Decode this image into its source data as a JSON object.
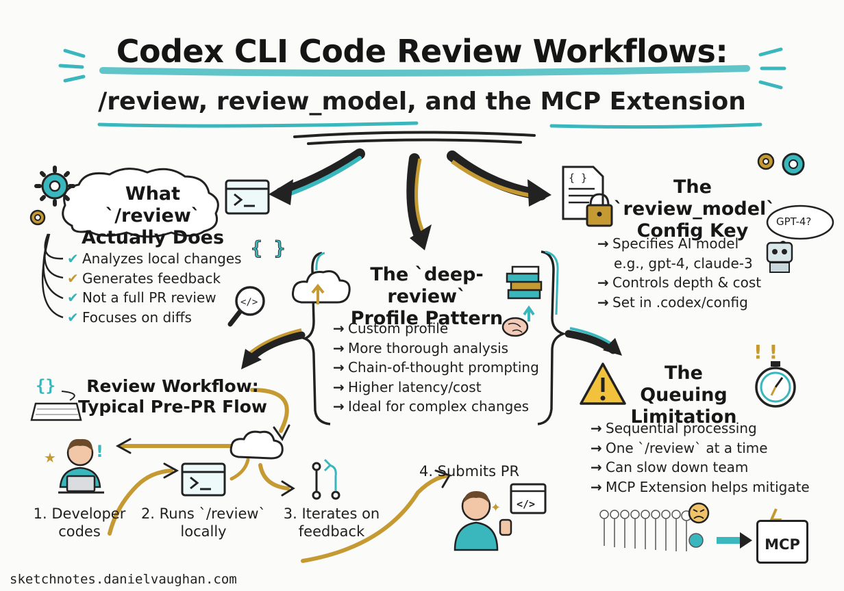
{
  "colors": {
    "accent": "#3ab7bc",
    "gold": "#c59a33",
    "ink": "#1f1f1f"
  },
  "title": {
    "line1": "Codex CLI Code Review Workflows:",
    "line2": "/review, review_model, and the MCP Extension"
  },
  "sections": {
    "what_review": {
      "heading_line1": "What `/review`",
      "heading_line2": "Actually Does",
      "items": [
        "Analyzes local changes",
        "Generates feedback",
        "Not a full PR review",
        "Focuses on diffs"
      ]
    },
    "review_model": {
      "heading_line1": "The `review_model`",
      "heading_line2": "Config Key",
      "items": [
        "Specifies AI model",
        "e.g., gpt-4, claude-3",
        "Controls depth & cost",
        "Set in .codex/config"
      ],
      "bubble": "GPT-4?"
    },
    "deep_review": {
      "heading_line1": "The `deep-review`",
      "heading_line2": "Profile Pattern",
      "items": [
        "Custom profile",
        "More thorough analysis",
        "Chain-of-thought prompting",
        "Higher latency/cost",
        "Ideal for complex changes"
      ]
    },
    "workflow": {
      "heading_line1": "Review Workflow:",
      "heading_line2": "Typical Pre-PR Flow",
      "steps": {
        "s1_line1": "1. Developer",
        "s1_line2": "codes",
        "s2_line1": "2. Runs `/review`",
        "s2_line2": "locally",
        "s3_line1": "3. Iterates on",
        "s3_line2": "feedback",
        "s4": "4. Submits PR"
      }
    },
    "queuing": {
      "heading_line1": "The Queuing",
      "heading_line2": "Limitation",
      "items": [
        "Sequential processing",
        "One `/review` at a time",
        "Can slow down team",
        "MCP Extension helps mitigate"
      ],
      "mcp_label": "MCP"
    }
  },
  "footer": "sketchnotes.danielvaughan.com",
  "icons": [
    "gear-icon",
    "terminal-icon",
    "code-braces-icon",
    "magnifier-code-icon",
    "cloud-upload-icon",
    "books-icon",
    "brain-icon",
    "document-icon",
    "lock-icon",
    "robot-icon",
    "warning-icon",
    "stopwatch-icon",
    "keyboard-icon",
    "developer-laptop-icon",
    "git-branch-icon",
    "browser-code-icon",
    "thumbs-up-person-icon",
    "queue-people-icon",
    "angry-face-icon"
  ]
}
